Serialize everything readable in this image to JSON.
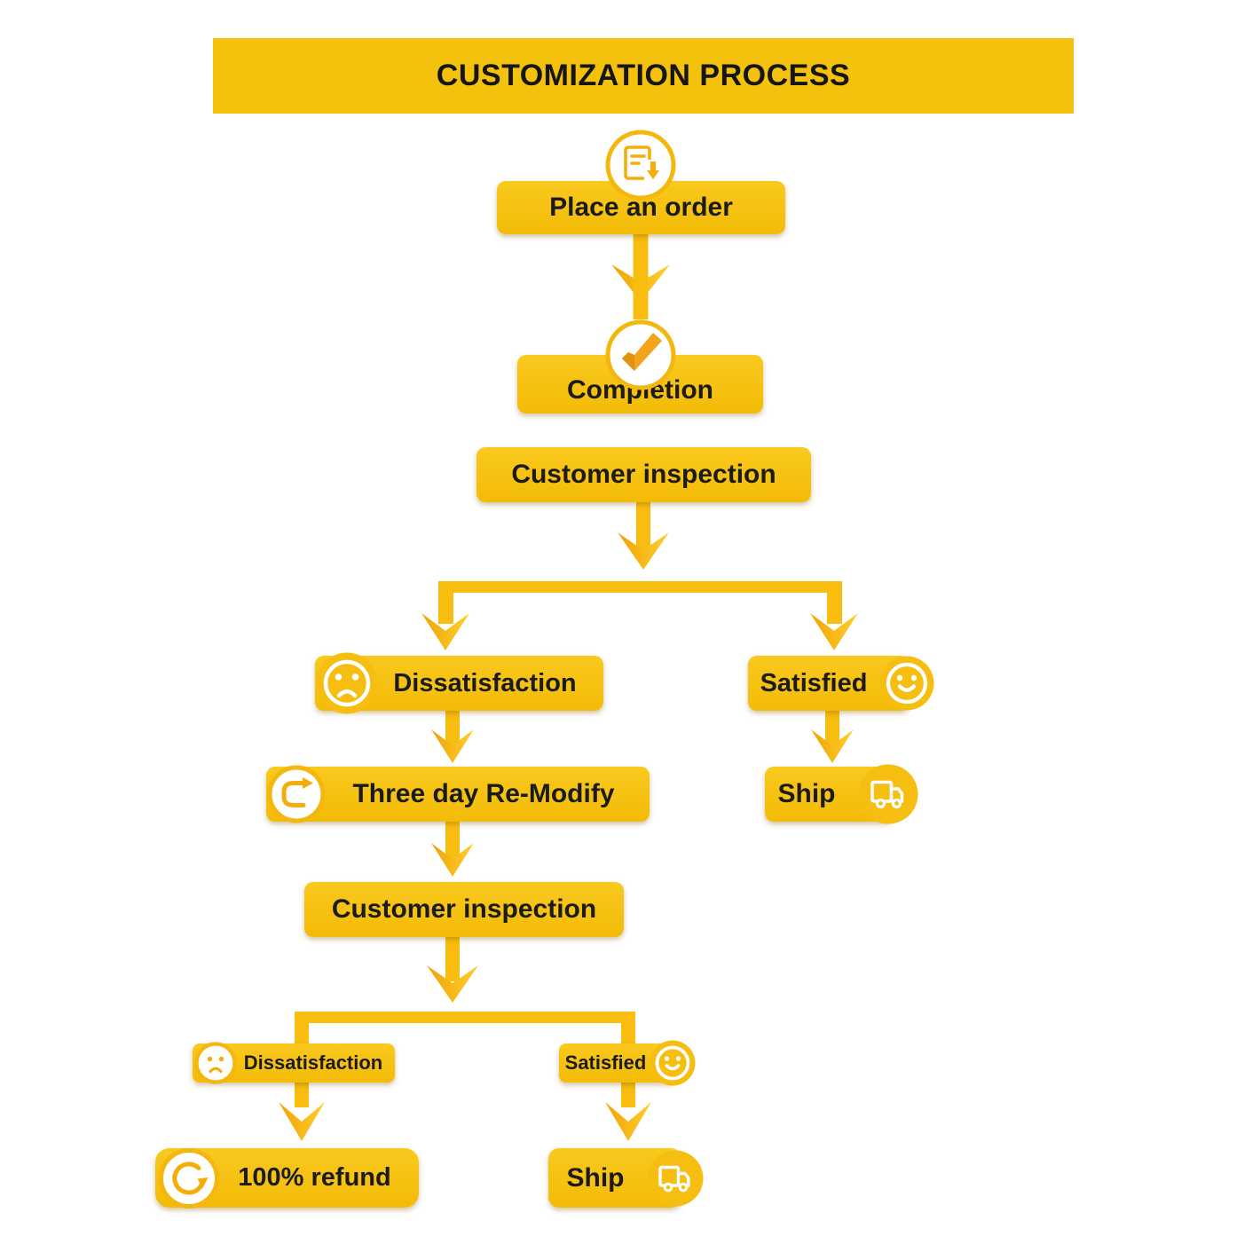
{
  "header": {
    "title": "CUSTOMIZATION PROCESS"
  },
  "nodes": {
    "place_order": {
      "label": "Place an order",
      "icon": "order-form-icon"
    },
    "completion": {
      "label": "Completion",
      "icon": "checkmark-icon"
    },
    "inspection_1": {
      "label": "Customer inspection"
    },
    "dissatisfaction_1": {
      "label": "Dissatisfaction",
      "icon": "sad-face-icon"
    },
    "satisfied_1": {
      "label": "Satisfied",
      "icon": "happy-face-icon"
    },
    "remodify": {
      "label": "Three day Re-Modify",
      "icon": "redo-arrow-icon"
    },
    "ship_1": {
      "label": "Ship",
      "icon": "delivery-truck-icon"
    },
    "inspection_2": {
      "label": "Customer inspection"
    },
    "dissatisfaction_2": {
      "label": "Dissatisfaction",
      "icon": "sad-face-icon"
    },
    "satisfied_2": {
      "label": "Satisfied",
      "icon": "happy-face-icon"
    },
    "refund": {
      "label": "100% refund",
      "icon": "refund-cycle-icon"
    },
    "ship_2": {
      "label": "Ship",
      "icon": "delivery-truck-icon"
    }
  },
  "colors": {
    "brand_yellow": "#F5C211",
    "box_gradient_top": "#F9C91E",
    "box_gradient_bottom": "#F3BB07",
    "arrow_dark": "#F0A405",
    "arrow_light": "#FFCE2F",
    "text": "#1B1B1B",
    "background": "#FFFFFF"
  }
}
